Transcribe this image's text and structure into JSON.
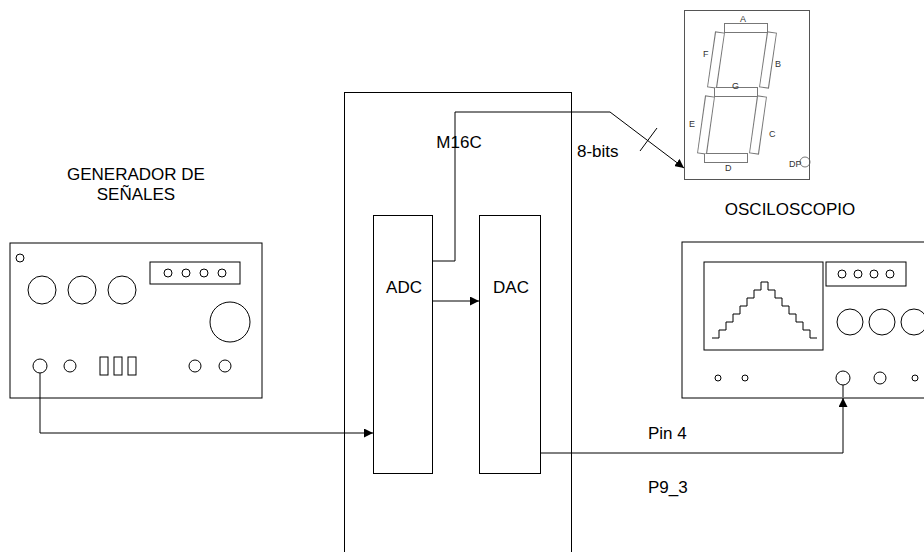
{
  "diagram": {
    "nodes": [
      {
        "text": [
          "GENERADOR DE SEÑALES"
        ]
      },
      {
        "text": [
          "M16C"
        ]
      },
      {
        "text": [
          "ADC"
        ],
        "in": 1
      },
      {
        "text": [
          "DAC"
        ],
        "in": 1
      },
      {
        "text": [
          "A",
          "B",
          "C",
          "D",
          "E",
          "F",
          "G",
          "DP"
        ]
      },
      {
        "text": [
          "OSCILOSCOPIO"
        ]
      }
    ],
    "edges": [
      {
        "from": 0,
        "to": 2,
        "arrow": "to"
      },
      {
        "from": 2,
        "to": 3,
        "arrow": "to"
      },
      {
        "from": 2,
        "to": 4,
        "label": "8-bits",
        "arrow": "to"
      },
      {
        "from": 3,
        "to": 5,
        "arrow": "to"
      }
    ],
    "labels": [
      "Pin 4",
      "P9_3"
    ]
  }
}
